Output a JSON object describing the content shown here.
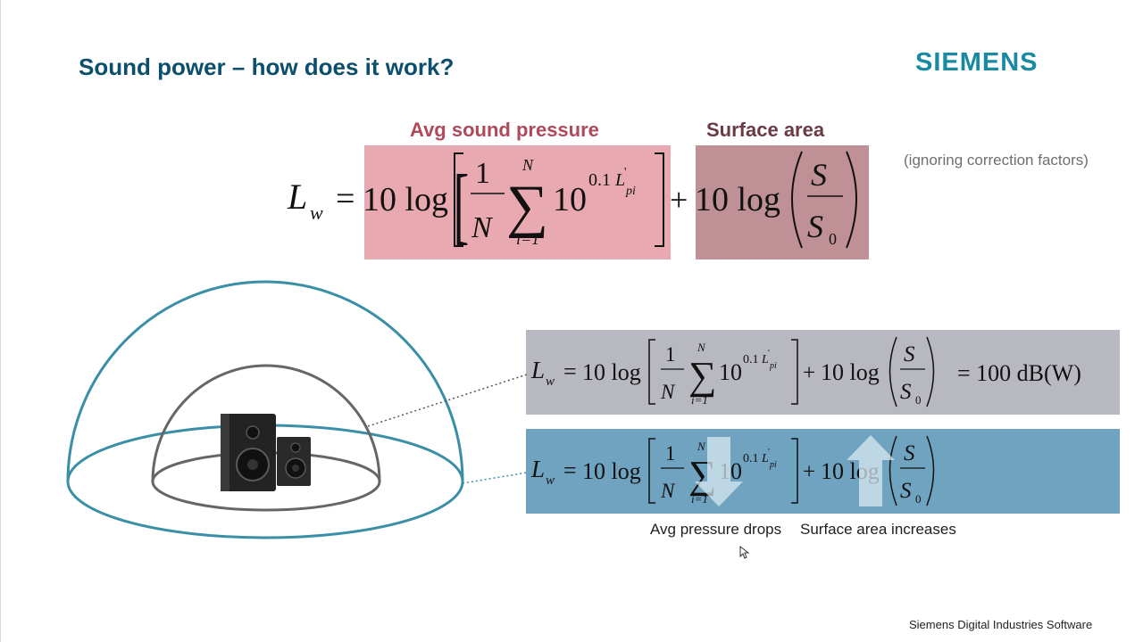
{
  "slide": {
    "title": "Sound power – how does it work?",
    "logo": "SIEMENS",
    "footer": "Siemens Digital Industries Software",
    "note": "(ignoring correction factors)"
  },
  "formula_top": {
    "pressure_label": "Avg sound pressure",
    "surface_label": "Surface area",
    "lhs_L": "L",
    "lhs_sub": "w",
    "eq": "=",
    "term1": "10 log",
    "frac_num": "1",
    "frac_den": "N",
    "sum_sym": "∑",
    "sum_top": "N",
    "sum_bottom": "i=1",
    "base": "10",
    "exp_coef": "0.1",
    "exp_L": "L",
    "exp_prime": "'",
    "exp_sub": "pi",
    "plus": "+",
    "term2": "10 log",
    "s_num": "S",
    "s_den": "S",
    "s_den_sub": "0"
  },
  "formula_gray": {
    "result": "= 100 dB(W)"
  },
  "captions": {
    "pressure_drops": "Avg pressure drops",
    "surface_increases": "Surface area increases"
  },
  "colors": {
    "title": "#0b4f6c",
    "logo": "#1a8aa3",
    "pressure_header": "#b04a5a",
    "surface_header": "#6b3a45",
    "pressure_box": "#e9a9b0",
    "surface_box": "#bf9197",
    "gray_band": "#b7b8c0",
    "blue_band": "#6fa3bf",
    "outer_dome": "#3a8ea6",
    "inner_dome": "#666666"
  },
  "icons": {
    "pressure_arrow": "arrow-down-icon",
    "surface_arrow": "arrow-up-icon",
    "speakers": "speaker-pair-icon",
    "cursor": "mouse-pointer-icon"
  }
}
